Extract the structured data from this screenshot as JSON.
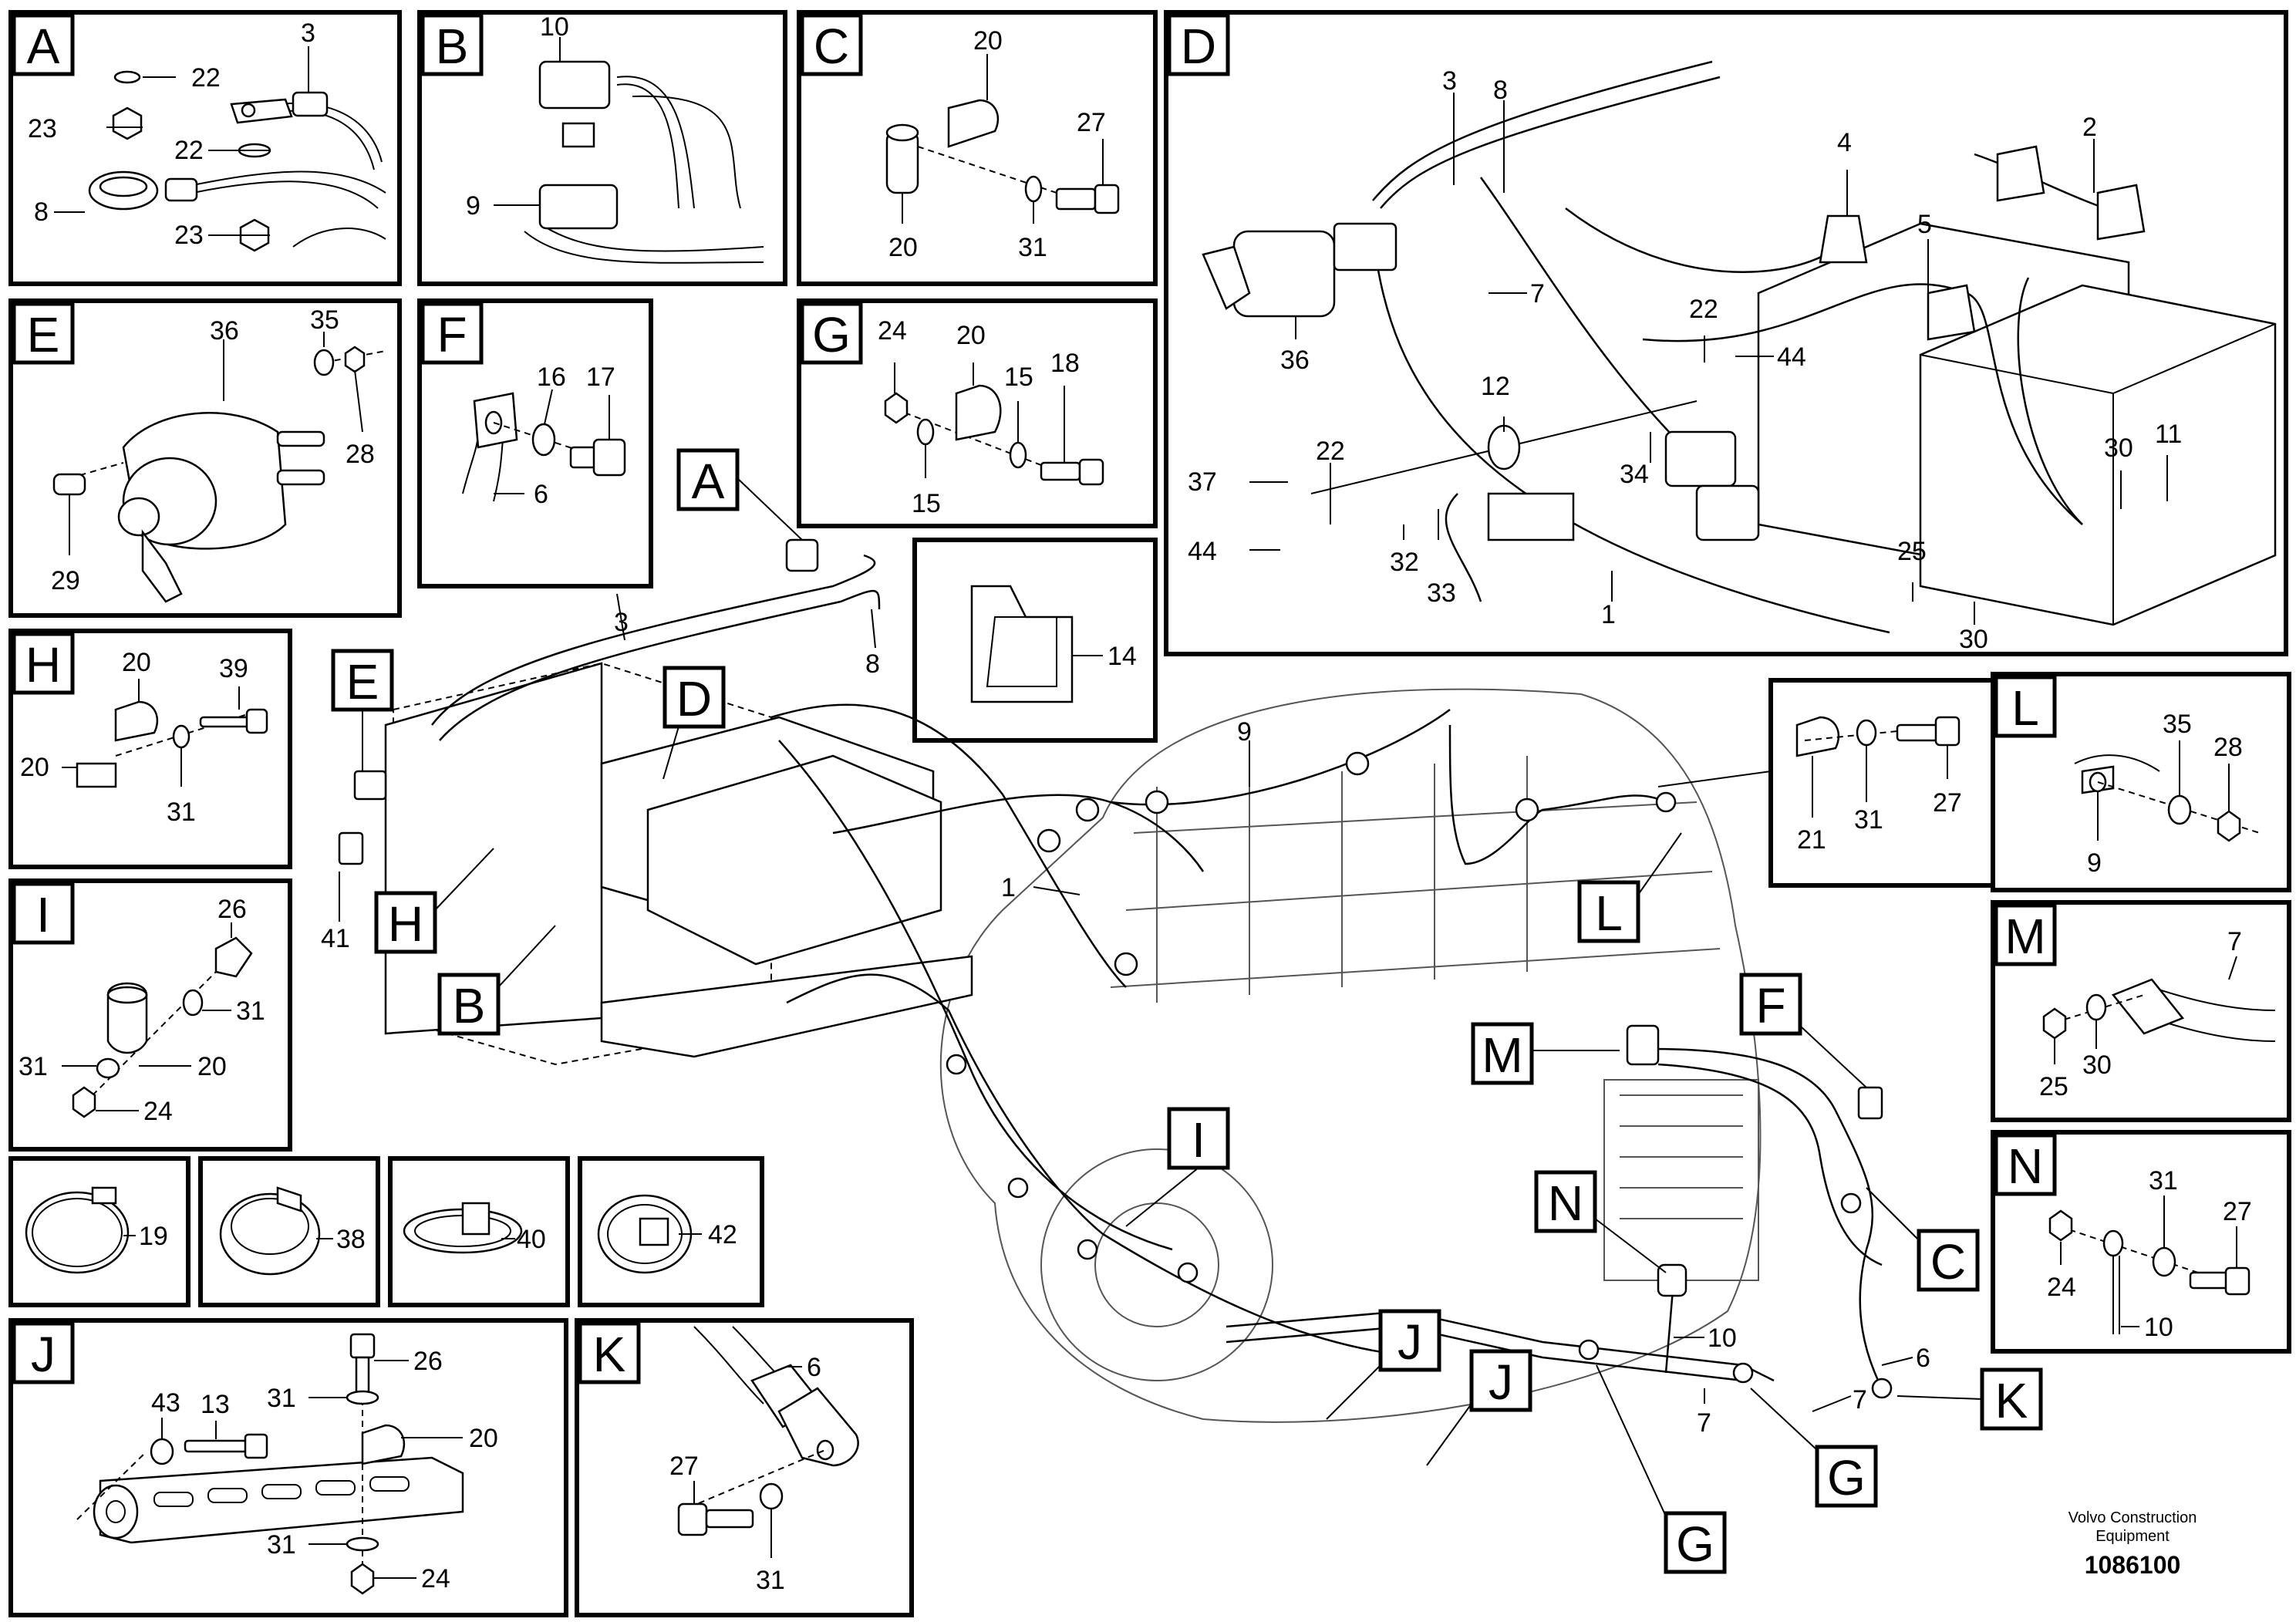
{
  "caption": {
    "company_line1": "Volvo Construction",
    "company_line2": "Equipment",
    "doc_id": "1086100"
  },
  "panels": {
    "A": {
      "letter": "A",
      "callouts": [
        "22",
        "3",
        "23",
        "22",
        "8",
        "23"
      ]
    },
    "B": {
      "letter": "B",
      "callouts": [
        "10",
        "9"
      ]
    },
    "C": {
      "letter": "C",
      "callouts": [
        "20",
        "27",
        "20",
        "31"
      ]
    },
    "D": {
      "letter": "D",
      "callouts": [
        "3",
        "8",
        "4",
        "2",
        "7",
        "5",
        "36",
        "22",
        "44",
        "12",
        "34",
        "37",
        "22",
        "44",
        "32",
        "33",
        "1",
        "30",
        "11",
        "25",
        "30"
      ]
    },
    "E": {
      "letter": "E",
      "callouts": [
        "36",
        "35",
        "28",
        "29"
      ]
    },
    "F": {
      "letter": "F",
      "callouts": [
        "16",
        "17",
        "6"
      ]
    },
    "G": {
      "letter": "G",
      "callouts": [
        "24",
        "20",
        "15",
        "18",
        "15"
      ]
    },
    "H": {
      "letter": "H",
      "callouts": [
        "20",
        "39",
        "20",
        "31"
      ]
    },
    "I": {
      "letter": "I",
      "callouts": [
        "26",
        "31",
        "31",
        "20",
        "24"
      ]
    },
    "J": {
      "letter": "J",
      "callouts": [
        "43",
        "13",
        "26",
        "31",
        "20",
        "31",
        "24"
      ]
    },
    "K": {
      "letter": "K",
      "callouts": [
        "6",
        "27",
        "31"
      ]
    },
    "L": {
      "letter": "L",
      "callouts": [
        "35",
        "28",
        "9"
      ]
    },
    "M": {
      "letter": "M",
      "callouts": [
        "7",
        "25",
        "30"
      ]
    },
    "N": {
      "letter": "N",
      "callouts": [
        "31",
        "27",
        "24",
        "10"
      ]
    },
    "detail21": {
      "callouts": [
        "21",
        "31",
        "27"
      ]
    },
    "p14": {
      "callouts": [
        "14"
      ]
    },
    "p19": {
      "callouts": [
        "19"
      ]
    },
    "p38": {
      "callouts": [
        "38"
      ]
    },
    "p40": {
      "callouts": [
        "40"
      ]
    },
    "p42": {
      "callouts": [
        "42"
      ]
    }
  },
  "main": {
    "refs": [
      "A",
      "E",
      "D",
      "H",
      "B",
      "L",
      "M",
      "F",
      "I",
      "N",
      "C",
      "J",
      "J",
      "K",
      "G",
      "G"
    ],
    "callouts": [
      "3",
      "8",
      "9",
      "1",
      "41",
      "10",
      "7",
      "7",
      "6"
    ]
  }
}
